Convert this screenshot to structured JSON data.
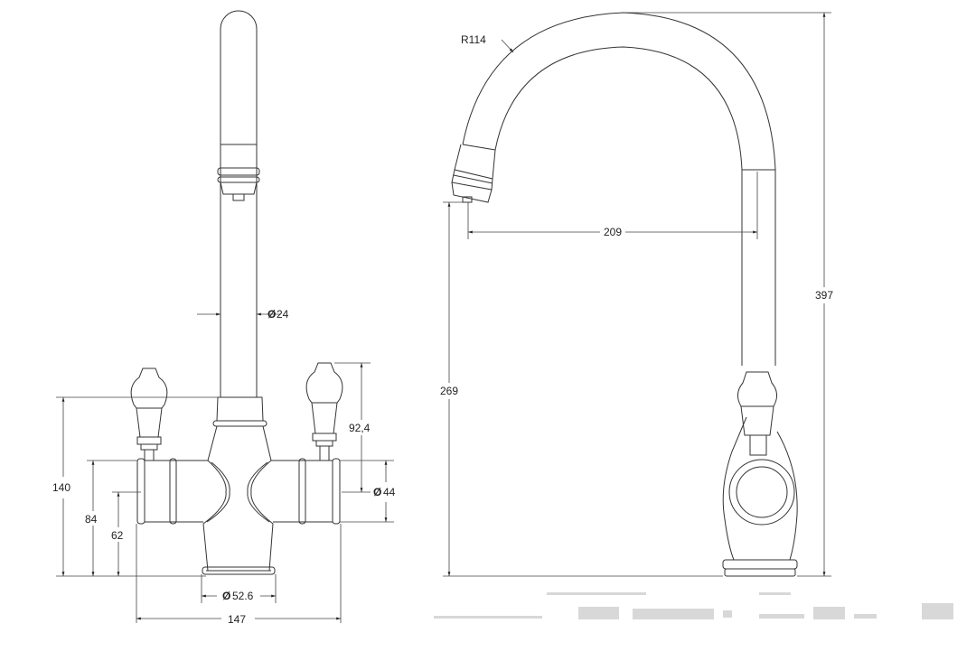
{
  "drawing": {
    "front_view": {
      "dimensions": {
        "spout_diameter": "24",
        "handle_height": "92,4",
        "body_diameter": "44",
        "overall_height": "140",
        "height_84": "84",
        "height_62": "62",
        "base_diameter": "52.6",
        "overall_width": "147"
      },
      "diameter_symbol": "Ø"
    },
    "side_view": {
      "dimensions": {
        "spout_radius": "R114",
        "reach": "209",
        "outlet_height": "269",
        "total_height": "397"
      }
    }
  }
}
